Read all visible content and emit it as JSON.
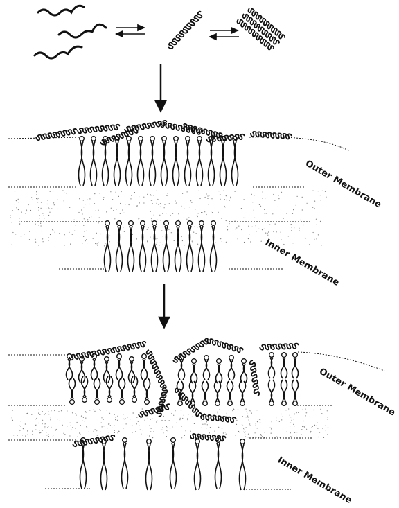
{
  "labels": {
    "outer_top": "Outer Membrane",
    "inner_top": "Inner Membrane",
    "outer_bottom": "Outer Membrane",
    "inner_bottom": "Inner Membrane"
  },
  "colors": {
    "ink": "#111111",
    "background": "#ffffff",
    "stipple": "#777777"
  },
  "icons": {
    "equilibrium": "double-arrow",
    "process": "down-arrow"
  }
}
